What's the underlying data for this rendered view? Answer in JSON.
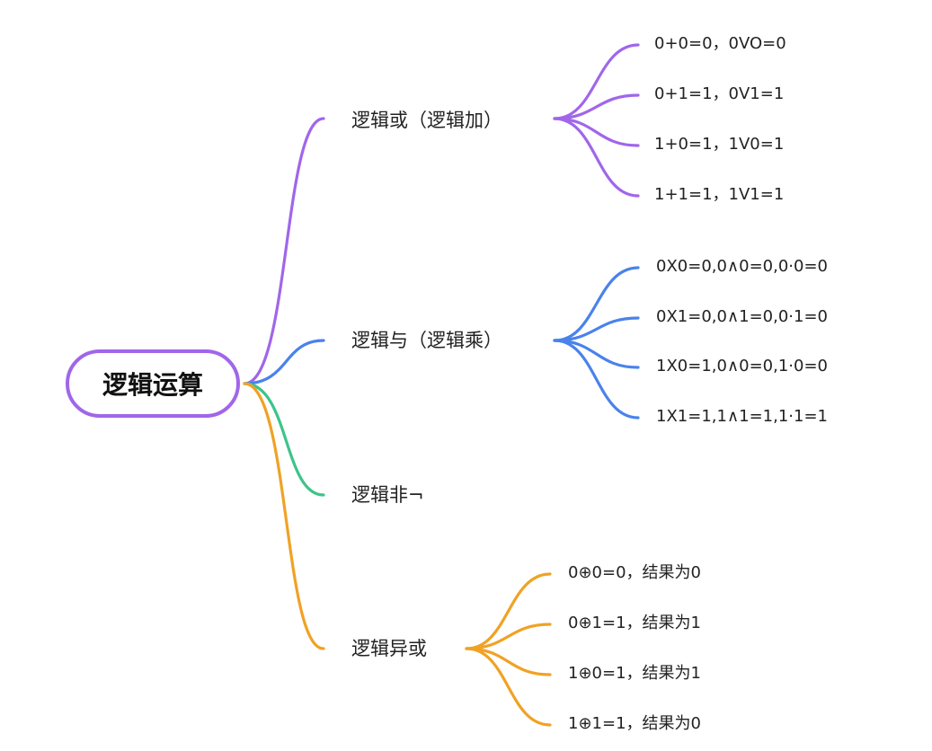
{
  "root": {
    "label": "逻辑运算",
    "color": "#a066ea"
  },
  "branches": [
    {
      "label": "逻辑或（逻辑加）",
      "color": "#a066ea",
      "leaves": [
        "0+0=0，0VO=0",
        "0+1=1，0V1=1",
        "1+0=1，1V0=1",
        "1+1=1，1V1=1"
      ]
    },
    {
      "label": "逻辑与（逻辑乘）",
      "color": "#4a82ec",
      "leaves": [
        "0X0=0,0∧0=0,0·0=0",
        "0X1=0,0∧1=0,0·1=0",
        "1X0=1,0∧0=0,1·0=0",
        "1X1=1,1∧1=1,1·1=1"
      ]
    },
    {
      "label": "逻辑非¬",
      "color": "#3dc489",
      "leaves": []
    },
    {
      "label": "逻辑异或",
      "color": "#f0a225",
      "leaves": [
        "0⊕0=0，结果为0",
        "0⊕1=1，结果为1",
        "1⊕0=1，结果为1",
        "1⊕1=1，结果为0"
      ]
    }
  ]
}
